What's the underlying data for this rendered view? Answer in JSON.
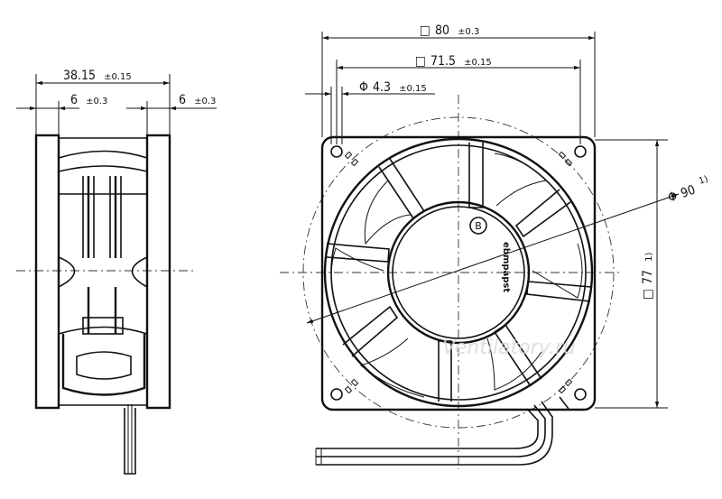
{
  "dimensions": {
    "side_width": {
      "value": "38.15",
      "tolerance": "±0.15"
    },
    "side_left_flange": {
      "value": "6",
      "tolerance": "±0.3"
    },
    "side_right_flange": {
      "value": "6",
      "tolerance": "±0.3"
    },
    "frame_size": {
      "symbol": "□",
      "value": "80",
      "tolerance": "±0.3"
    },
    "hole_pitch": {
      "symbol": "□",
      "value": "71.5",
      "tolerance": "±0.15"
    },
    "hole_diameter": {
      "symbol": "Φ",
      "value": "4.3",
      "tolerance": "±0.15"
    },
    "impeller_diameter": {
      "symbol": "Φ",
      "value": "90",
      "note": "1)"
    },
    "frame_height": {
      "symbol": "□",
      "value": "77",
      "note": "1)"
    }
  },
  "labels": {
    "rotor_mark": "B",
    "brand": "ebmpapst"
  },
  "watermark": "Ventilatory.ru",
  "colors": {
    "line": "#111111",
    "watermark": "#d9d9d9"
  }
}
